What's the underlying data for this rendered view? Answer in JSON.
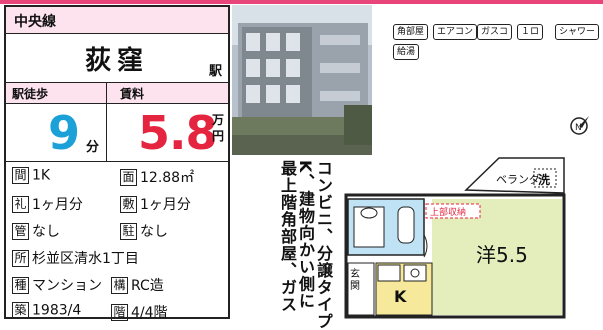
{
  "line": "中央線",
  "station": "荻窪",
  "station_suffix": "駅",
  "walk_label": "駅徒歩",
  "walk_minutes": "9",
  "walk_unit": "分",
  "rent_label": "賃料",
  "rent": "5.8",
  "rent_unit_1": "万",
  "rent_unit_2": "円",
  "details": [
    {
      "icon": "間",
      "value": "1K"
    },
    {
      "icon": "面",
      "value": "12.88㎡"
    },
    {
      "icon": "礼",
      "value": "1ヶ月分"
    },
    {
      "icon": "敷",
      "value": "1ヶ月分"
    },
    {
      "icon": "管",
      "value": "なし"
    },
    {
      "icon": "駐",
      "value": "なし"
    },
    {
      "icon": "所",
      "value": "杉並区清水1丁目"
    },
    {
      "icon": "種",
      "value": "マンション"
    },
    {
      "icon": "構",
      "value": "RC造"
    },
    {
      "icon": "築",
      "value": "1983/4"
    },
    {
      "icon": "階",
      "value": "4/4階"
    }
  ],
  "description_cols": [
    "最上階角部屋、ガス",
    "K、建物向かい側に",
    "コンビニ、分譲タイプ"
  ],
  "tags": [
    "角部屋",
    "エアコン",
    "ガスコ",
    "１ロ",
    "シャワー",
    "給湯"
  ],
  "floor_plan": {
    "room": "洋5.5",
    "balcony": "ベランダ",
    "wash": "洗",
    "storage": "上部収納",
    "entrance": "玄関",
    "kitchen": "K"
  },
  "colors": {
    "accent_pink": "#e8457a",
    "walk_blue": "#1ba0d8",
    "rent_red": "#e5243f",
    "room_green": "#e3eebc",
    "bath_blue": "#bfe3f4"
  }
}
